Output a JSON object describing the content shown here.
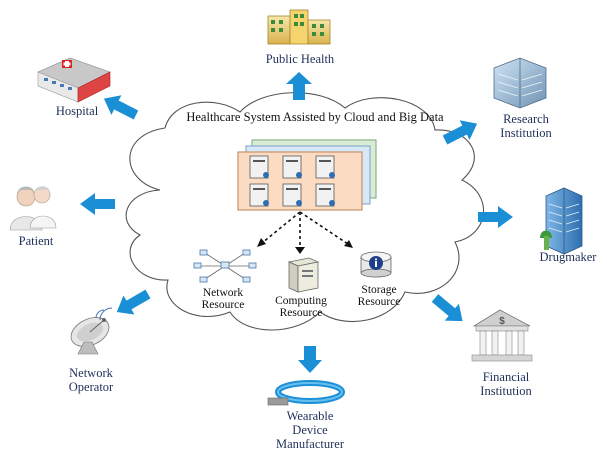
{
  "title": "Healthcare System Assisted by Cloud and Big Data",
  "colors": {
    "arrow": "#1a8fd6",
    "cloud_stroke": "#555555",
    "label": "#1f2f5a"
  },
  "stakeholders": [
    {
      "id": "public-health",
      "icon": "building-icon",
      "label_lines": [
        "Public Health"
      ]
    },
    {
      "id": "hospital",
      "icon": "hospital-icon",
      "label_lines": [
        "Hospital"
      ]
    },
    {
      "id": "research-institution",
      "icon": "office-building-icon",
      "label_lines": [
        "Research",
        "Institution"
      ]
    },
    {
      "id": "patient",
      "icon": "patient-icon",
      "label_lines": [
        "Patient"
      ]
    },
    {
      "id": "drugmaker",
      "icon": "tower-building-icon",
      "label_lines": [
        "Drugmaker"
      ]
    },
    {
      "id": "network-operator",
      "icon": "satellite-dish-icon",
      "label_lines": [
        "Network",
        "Operator"
      ]
    },
    {
      "id": "wearable-device-manufacturer",
      "icon": "wristband-icon",
      "label_lines": [
        "Wearable",
        "Device",
        "Manufacturer"
      ]
    },
    {
      "id": "financial-institution",
      "icon": "bank-icon",
      "label_lines": [
        "Financial",
        "Institution"
      ]
    }
  ],
  "resources": [
    {
      "id": "network-resource",
      "icon": "network-nodes-icon",
      "label_lines": [
        "Network",
        "Resource"
      ]
    },
    {
      "id": "computing-resource",
      "icon": "server-icon",
      "label_lines": [
        "Computing",
        "Resource"
      ]
    },
    {
      "id": "storage-resource",
      "icon": "disk-icon",
      "label_lines": [
        "Storage",
        "Resource"
      ]
    }
  ]
}
